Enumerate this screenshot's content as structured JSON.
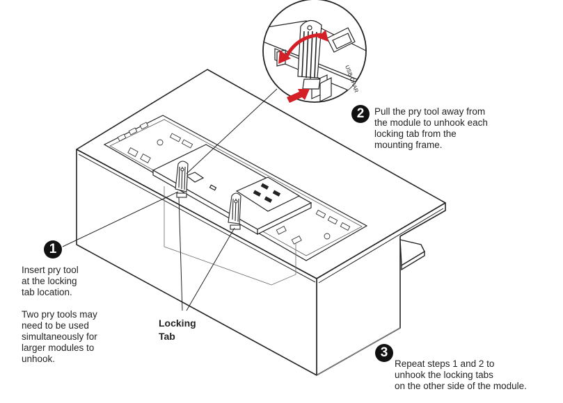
{
  "steps": [
    {
      "number": "1",
      "text": "Insert pry tool\nat the locking\ntab location.",
      "note": "Two pry tools may\nneed to be used\nsimultaneously for\nlarger modules to\nunhook."
    },
    {
      "number": "2",
      "text": "Pull the pry tool away from\nthe module to unhook each\nlocking tab from the\nmounting frame."
    },
    {
      "number": "3",
      "text": "Repeat steps 1 and 2 to\nunhook the locking tabs\non the other side of the module."
    }
  ],
  "callout_label": "Locking\nTab",
  "module_label": "USB CHAR",
  "colors": {
    "arrow": "#d41f26",
    "line": "#222222",
    "badge": "#111111"
  }
}
